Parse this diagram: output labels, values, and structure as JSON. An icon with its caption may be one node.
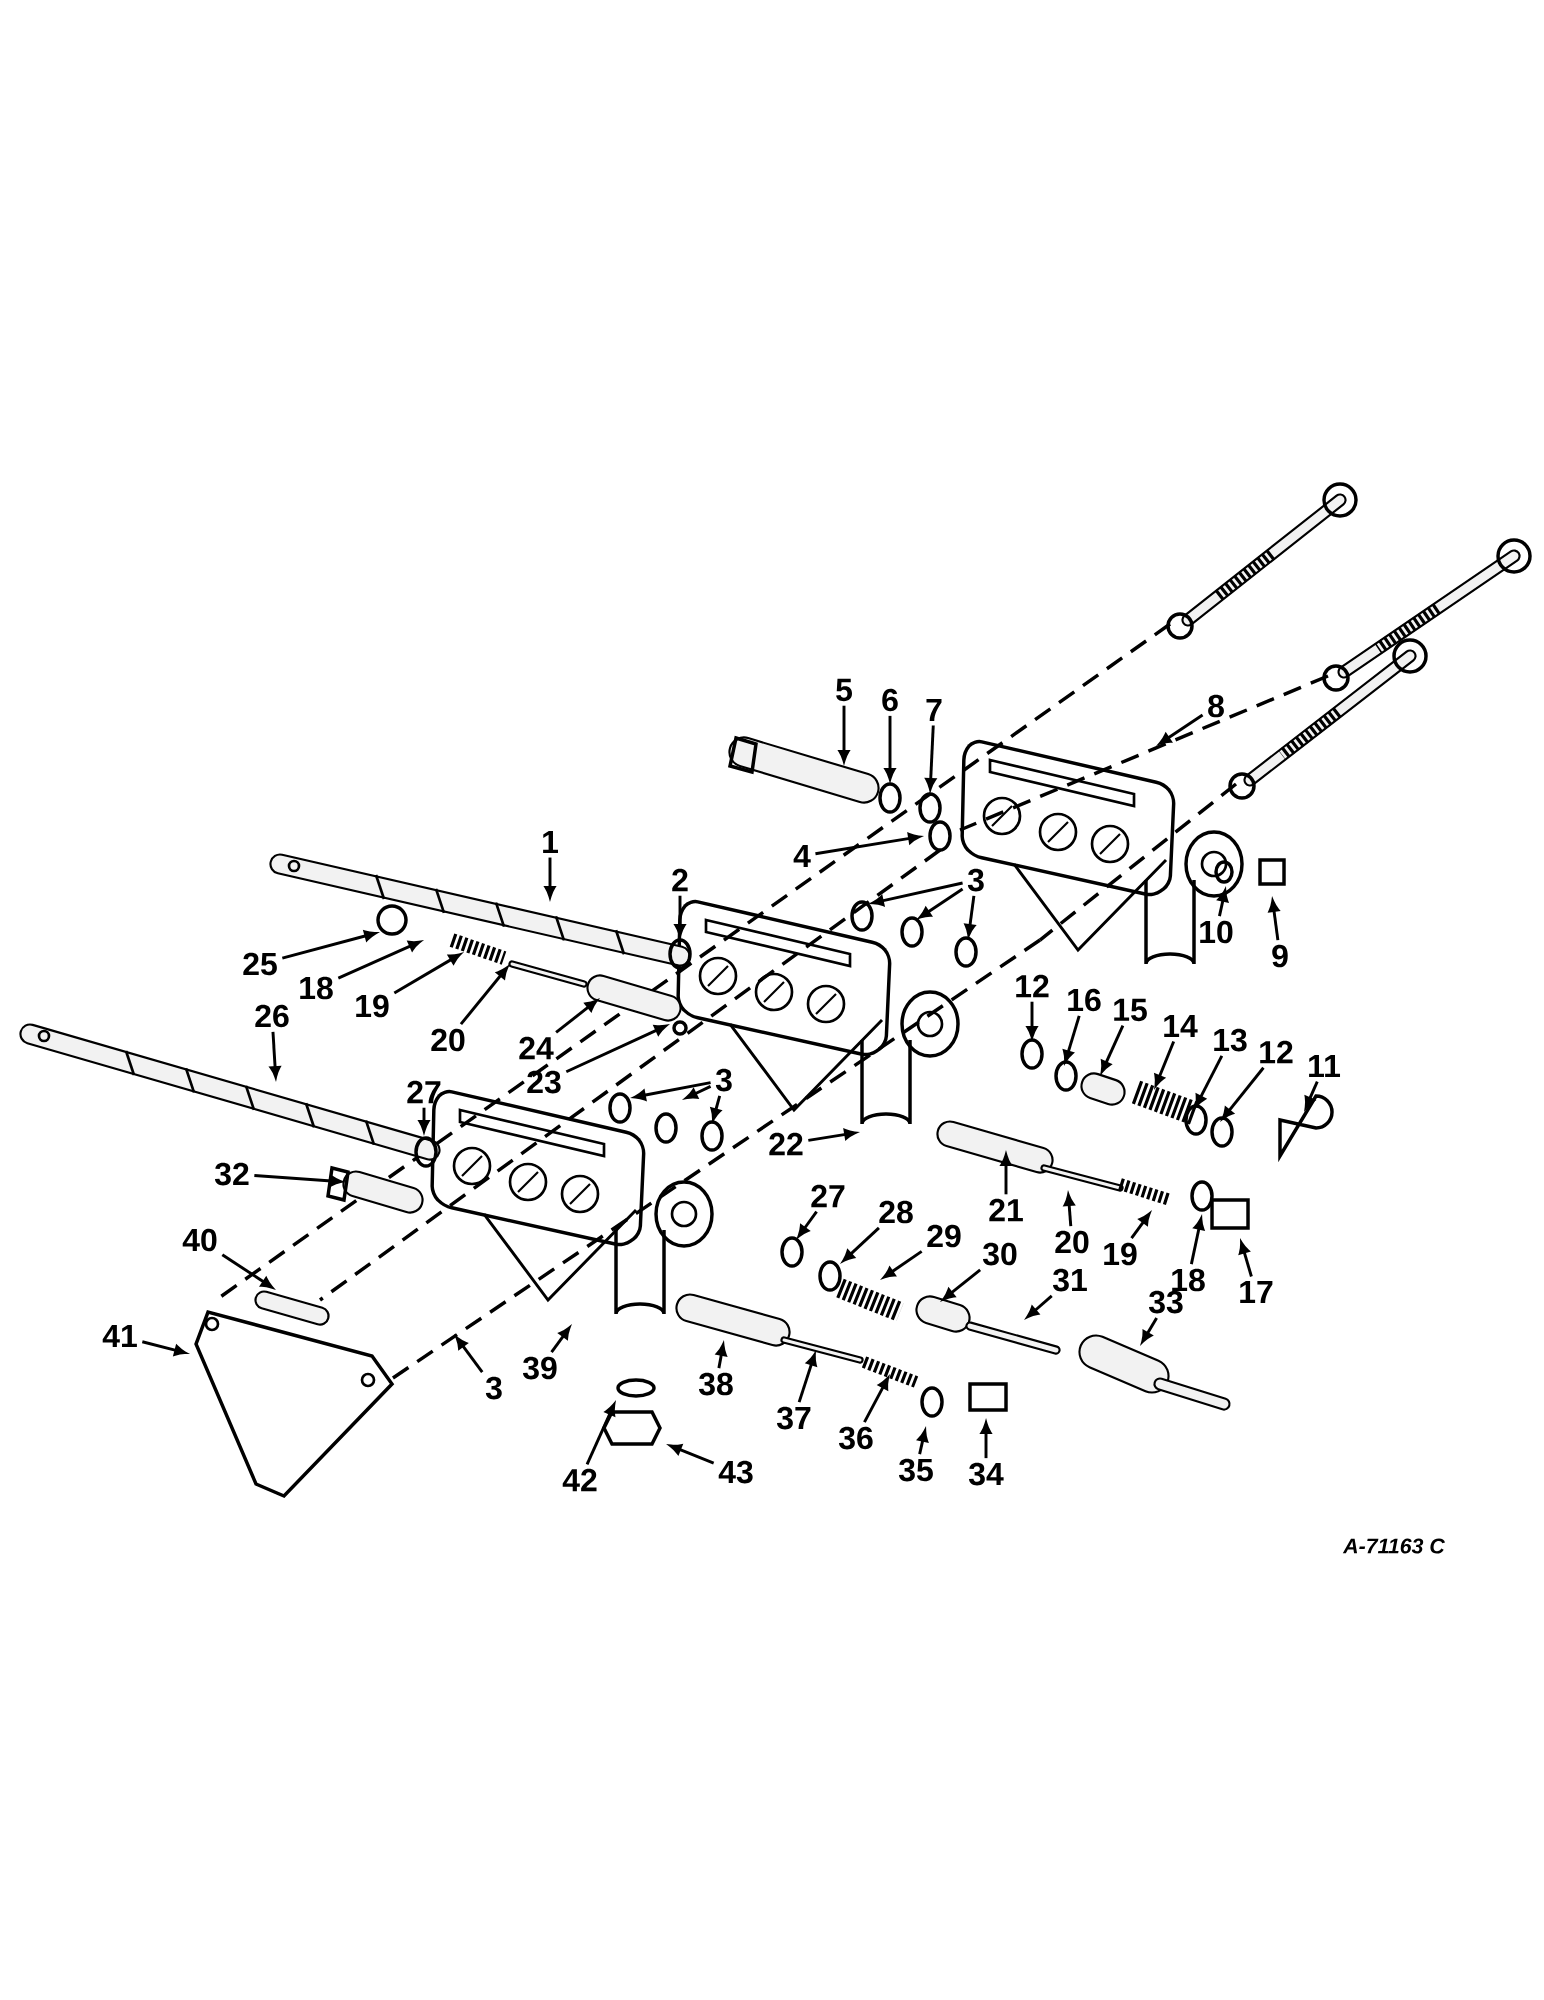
{
  "diagram": {
    "nodes": [
      {
        "text": [
          "8"
        ]
      },
      {
        "text": [
          "5"
        ]
      },
      {
        "text": [
          "6"
        ]
      },
      {
        "text": [
          "7"
        ]
      },
      {
        "text": [
          "4"
        ]
      },
      {
        "text": [
          "3"
        ]
      },
      {
        "text": [
          "1"
        ]
      },
      {
        "text": [
          "2"
        ]
      },
      {
        "text": [
          "10"
        ]
      },
      {
        "text": [
          "9"
        ]
      },
      {
        "text": [
          "25"
        ]
      },
      {
        "text": [
          "12"
        ]
      },
      {
        "text": [
          "18"
        ]
      },
      {
        "text": [
          "16"
        ]
      },
      {
        "text": [
          "19"
        ]
      },
      {
        "text": [
          "15"
        ]
      },
      {
        "text": [
          "20"
        ]
      },
      {
        "text": [
          "26"
        ]
      },
      {
        "text": [
          "14"
        ]
      },
      {
        "text": [
          "24"
        ]
      },
      {
        "text": [
          "13"
        ]
      },
      {
        "text": [
          "23"
        ]
      },
      {
        "text": [
          "12"
        ]
      },
      {
        "text": [
          "3"
        ]
      },
      {
        "text": [
          "27"
        ]
      },
      {
        "text": [
          "11"
        ]
      },
      {
        "text": [
          "22"
        ]
      },
      {
        "text": [
          "32"
        ]
      },
      {
        "text": [
          "27"
        ]
      },
      {
        "text": [
          "21"
        ]
      },
      {
        "text": [
          "28"
        ]
      },
      {
        "text": [
          "20"
        ]
      },
      {
        "text": [
          "29"
        ]
      },
      {
        "text": [
          "40"
        ]
      },
      {
        "text": [
          "19"
        ]
      },
      {
        "text": [
          "30"
        ]
      },
      {
        "text": [
          "18"
        ]
      },
      {
        "text": [
          "17"
        ]
      },
      {
        "text": [
          "31"
        ]
      },
      {
        "text": [
          "33"
        ]
      },
      {
        "text": [
          "41"
        ]
      },
      {
        "text": [
          "3"
        ]
      },
      {
        "text": [
          "39"
        ]
      },
      {
        "text": [
          "38"
        ]
      },
      {
        "text": [
          "37"
        ]
      },
      {
        "text": [
          "36"
        ]
      },
      {
        "text": [
          "43"
        ]
      },
      {
        "text": [
          "35"
        ]
      },
      {
        "text": [
          "42"
        ]
      },
      {
        "text": [
          "34"
        ]
      }
    ],
    "edges": [
      {
        "from": 0,
        "to": null,
        "arrow": "to"
      },
      {
        "from": 1,
        "to": null,
        "arrow": "to"
      },
      {
        "from": 2,
        "to": null,
        "arrow": "to"
      },
      {
        "from": 3,
        "to": null,
        "arrow": "to"
      },
      {
        "from": 4,
        "to": null,
        "arrow": "to"
      },
      {
        "from": 5,
        "to": null,
        "arrow": "to"
      },
      {
        "from": 5,
        "to": null,
        "arrow": "to"
      },
      {
        "from": 5,
        "to": null,
        "arrow": "to"
      },
      {
        "from": 6,
        "to": null,
        "arrow": "to"
      },
      {
        "from": 7,
        "to": null,
        "arrow": "to"
      },
      {
        "from": 8,
        "to": null,
        "arrow": "to"
      },
      {
        "from": 9,
        "to": null,
        "arrow": "to"
      },
      {
        "from": 10,
        "to": null,
        "arrow": "to"
      },
      {
        "from": 11,
        "to": null,
        "arrow": "to"
      },
      {
        "from": 12,
        "to": null,
        "arrow": "to"
      },
      {
        "from": 13,
        "to": null,
        "arrow": "to"
      },
      {
        "from": 14,
        "to": null,
        "arrow": "to"
      },
      {
        "from": 15,
        "to": null,
        "arrow": "to"
      },
      {
        "from": 16,
        "to": null,
        "arrow": "to"
      },
      {
        "from": 17,
        "to": null,
        "arrow": "to"
      },
      {
        "from": 18,
        "to": null,
        "arrow": "to"
      },
      {
        "from": 19,
        "to": null,
        "arrow": "to"
      },
      {
        "from": 20,
        "to": null,
        "arrow": "to"
      },
      {
        "from": 21,
        "to": null,
        "arrow": "to"
      },
      {
        "from": 22,
        "to": null,
        "arrow": "to"
      },
      {
        "from": 23,
        "to": null,
        "arrow": "to"
      },
      {
        "from": 23,
        "to": null,
        "arrow": "to"
      },
      {
        "from": 23,
        "to": null,
        "arrow": "to"
      },
      {
        "from": 24,
        "to": null,
        "arrow": "to"
      },
      {
        "from": 25,
        "to": null,
        "arrow": "to"
      },
      {
        "from": 26,
        "to": null,
        "arrow": "to"
      },
      {
        "from": 27,
        "to": null,
        "arrow": "to"
      },
      {
        "from": 28,
        "to": null,
        "arrow": "to"
      },
      {
        "from": 29,
        "to": null,
        "arrow": "to"
      },
      {
        "from": 30,
        "to": null,
        "arrow": "to"
      },
      {
        "from": 31,
        "to": null,
        "arrow": "to"
      },
      {
        "from": 32,
        "to": null,
        "arrow": "to"
      },
      {
        "from": 33,
        "to": null,
        "arrow": "to"
      },
      {
        "from": 34,
        "to": null,
        "arrow": "to"
      },
      {
        "from": 35,
        "to": null,
        "arrow": "to"
      },
      {
        "from": 36,
        "to": null,
        "arrow": "to"
      },
      {
        "from": 37,
        "to": null,
        "arrow": "to"
      },
      {
        "from": 38,
        "to": null,
        "arrow": "to"
      },
      {
        "from": 39,
        "to": null,
        "arrow": "to"
      },
      {
        "from": 40,
        "to": null,
        "arrow": "to"
      },
      {
        "from": 41,
        "to": null,
        "arrow": "to"
      },
      {
        "from": 42,
        "to": null,
        "arrow": "to"
      },
      {
        "from": 43,
        "to": null,
        "arrow": "to"
      },
      {
        "from": 44,
        "to": null,
        "arrow": "to"
      },
      {
        "from": 45,
        "to": null,
        "arrow": "to"
      },
      {
        "from": 46,
        "to": null,
        "arrow": "to"
      },
      {
        "from": 47,
        "to": null,
        "arrow": "to"
      },
      {
        "from": 48,
        "to": null,
        "arrow": "to"
      },
      {
        "from": 49,
        "to": null,
        "arrow": "to"
      }
    ],
    "labels": [
      "A-71163 C"
    ]
  }
}
